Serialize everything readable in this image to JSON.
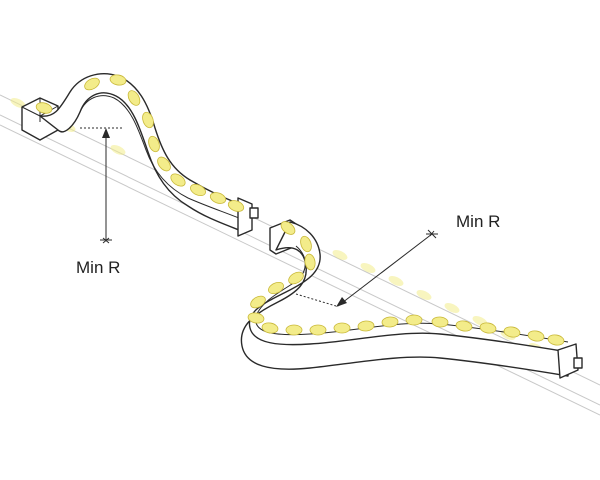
{
  "labels": {
    "left_radius": "Min R",
    "right_radius": "Min R"
  },
  "colors": {
    "led": "#f3ec8a",
    "led_edge": "#c9b93a",
    "line": "#2a2a2a",
    "ghost_strip": "#d8d8d8",
    "background": "#ffffff"
  },
  "icons": [
    "led-dot",
    "end-cap",
    "dimension-arrow"
  ]
}
